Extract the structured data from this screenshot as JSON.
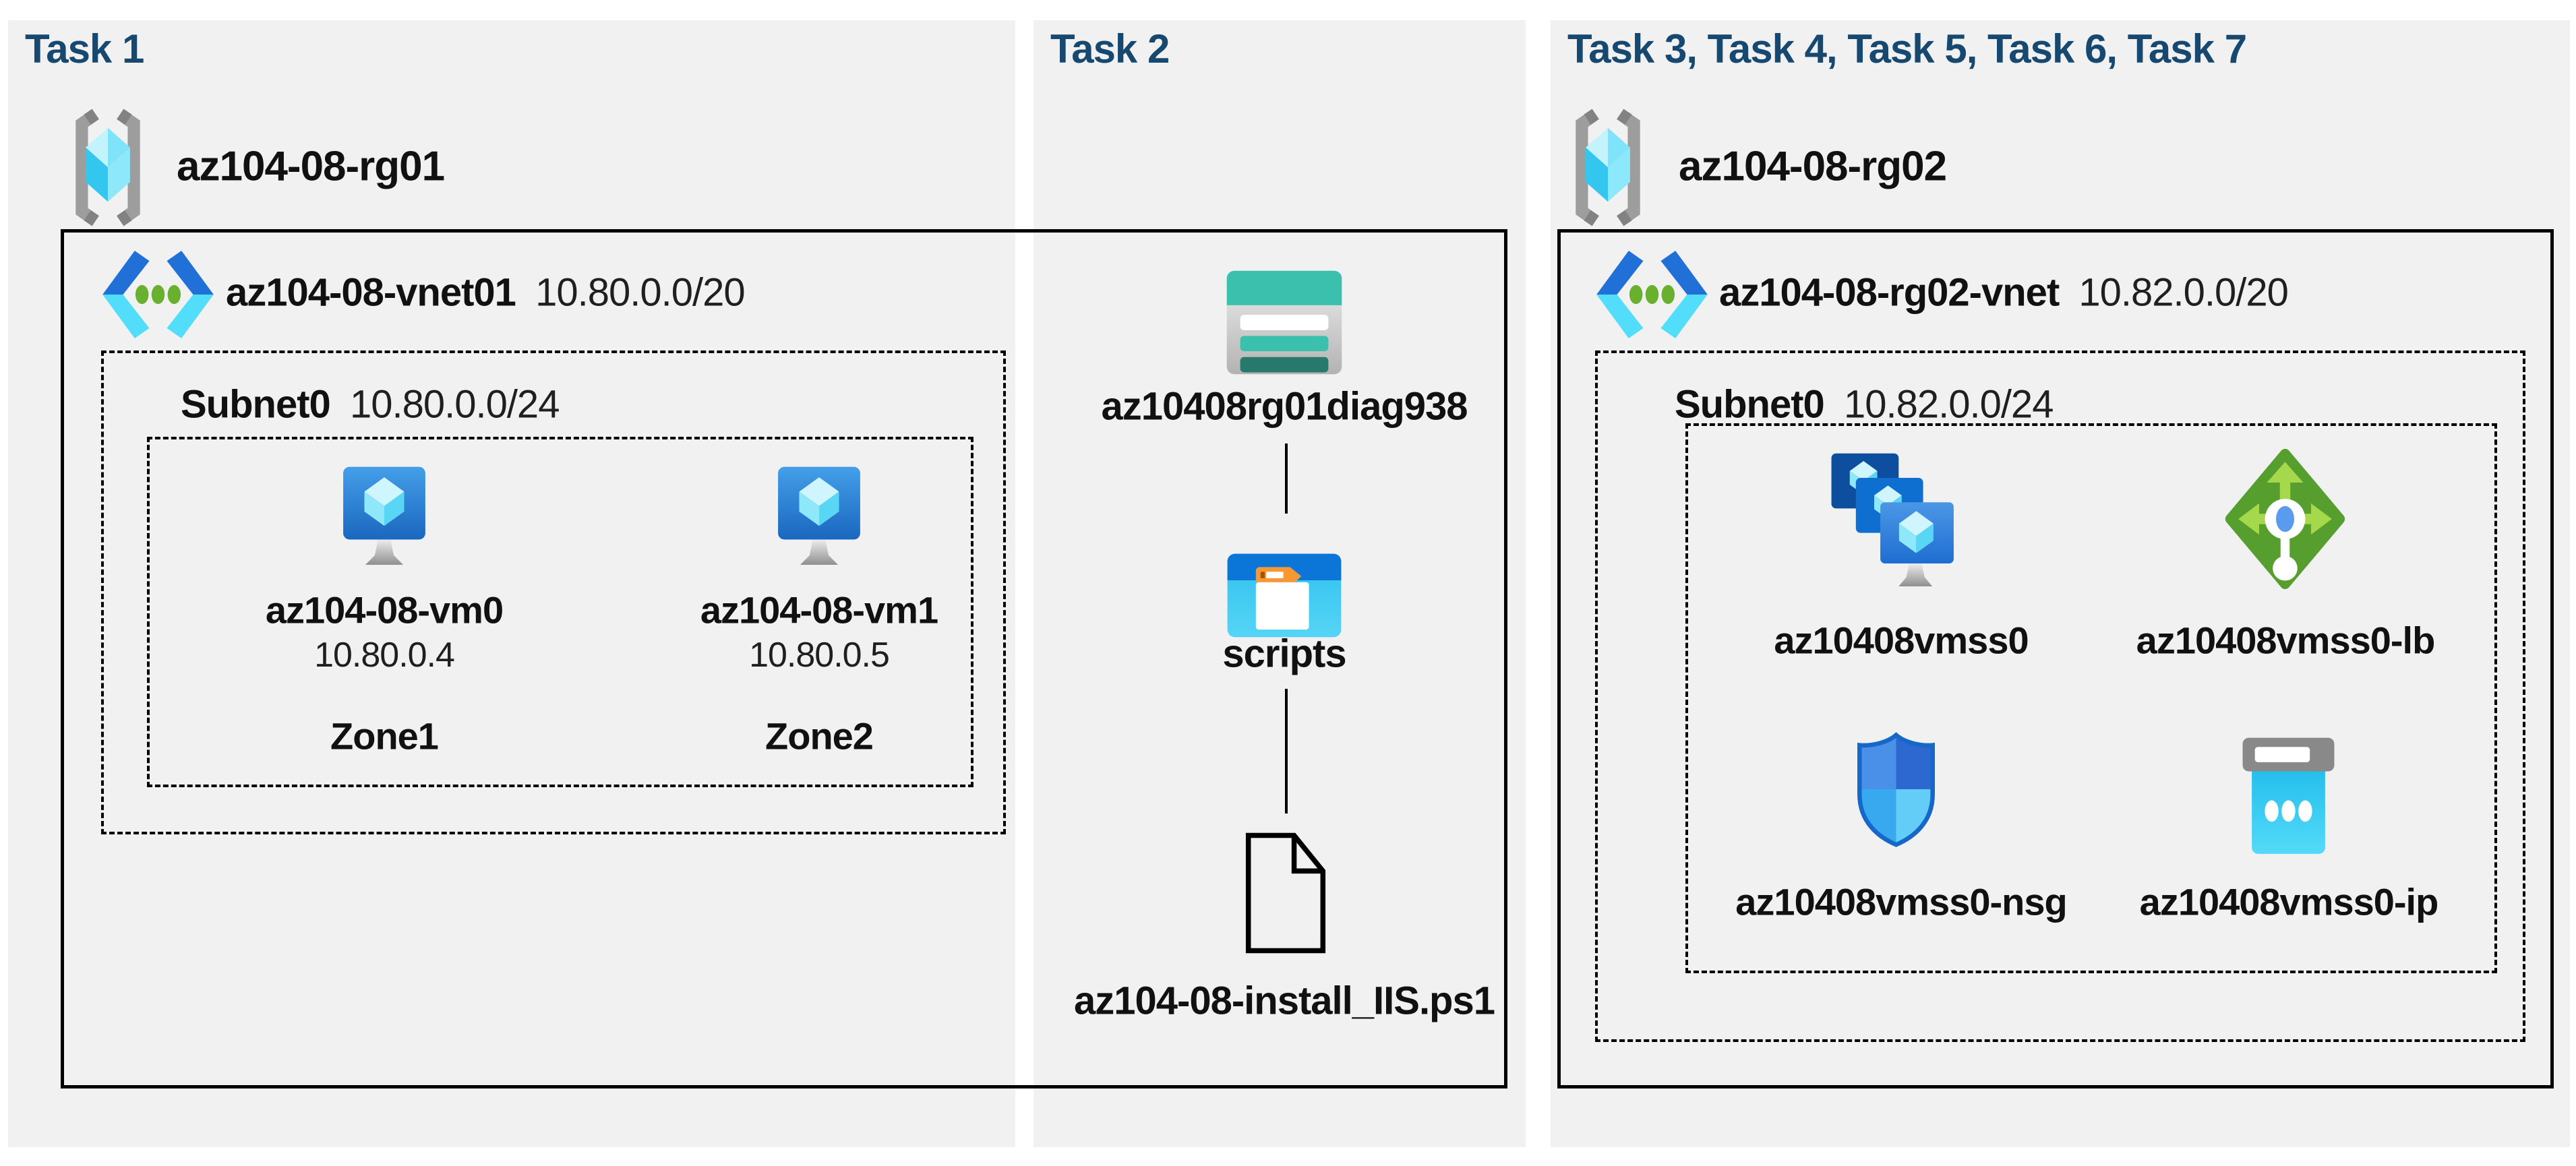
{
  "panels": {
    "task1": {
      "title": "Task 1",
      "resource_group": {
        "name": "az104-08-rg01"
      },
      "vnet": {
        "name": "az104-08-vnet01",
        "cidr": "10.80.0.0/20"
      },
      "subnet": {
        "name": "Subnet0",
        "cidr": "10.80.0.0/24"
      },
      "vms": [
        {
          "name": "az104-08-vm0",
          "ip": "10.80.0.4",
          "zone": "Zone1"
        },
        {
          "name": "az104-08-vm1",
          "ip": "10.80.0.5",
          "zone": "Zone2"
        }
      ]
    },
    "task2": {
      "title": "Task 2",
      "storage_account": {
        "name": "az10408rg01diag938"
      },
      "container": {
        "name": "scripts"
      },
      "file": {
        "name": "az104-08-install_IIS.ps1"
      }
    },
    "task3_7": {
      "title": "Task 3, Task 4, Task 5, Task 6, Task 7",
      "resource_group": {
        "name": "az104-08-rg02"
      },
      "vnet": {
        "name": "az104-08-rg02-vnet",
        "cidr": "10.82.0.0/20"
      },
      "subnet": {
        "name": "Subnet0",
        "cidr": "10.82.0.0/24"
      },
      "resources": [
        {
          "name": "az10408vmss0",
          "type": "vm-scale-set"
        },
        {
          "name": "az10408vmss0-lb",
          "type": "load-balancer"
        },
        {
          "name": "az10408vmss0-nsg",
          "type": "network-security-group"
        },
        {
          "name": "az10408vmss0-ip",
          "type": "public-ip-address"
        }
      ]
    }
  },
  "icons": {
    "resource_group": "azure-resource-group-brackets-gem",
    "virtual_network": "azure-vnet-chevrons-green-dots",
    "virtual_machine": "azure-vm-blue-monitor-cube",
    "storage_account": "azure-storage-account-teal-table",
    "blob_container": "azure-blob-container-folder-window",
    "script_file": "document-outline-folded-corner",
    "vm_scale_set": "azure-vmss-stacked-monitors",
    "load_balancer": "azure-load-balancer-green-diamond",
    "network_security_group": "azure-nsg-shield",
    "public_ip": "azure-public-ip-cyan-block"
  },
  "colors": {
    "background": "#ffffff",
    "panel": "#f1f1f1",
    "heading": "#17486f",
    "text": "#111111",
    "border": "#000000",
    "teal": "#3bc0ae",
    "teal_dark": "#27796d",
    "azure_blue": "#2170d8",
    "cyan": "#50d8f6",
    "lb_green": "#569f2e",
    "lb_green_light": "#a6d84c",
    "folder_orange": "#f79833"
  }
}
